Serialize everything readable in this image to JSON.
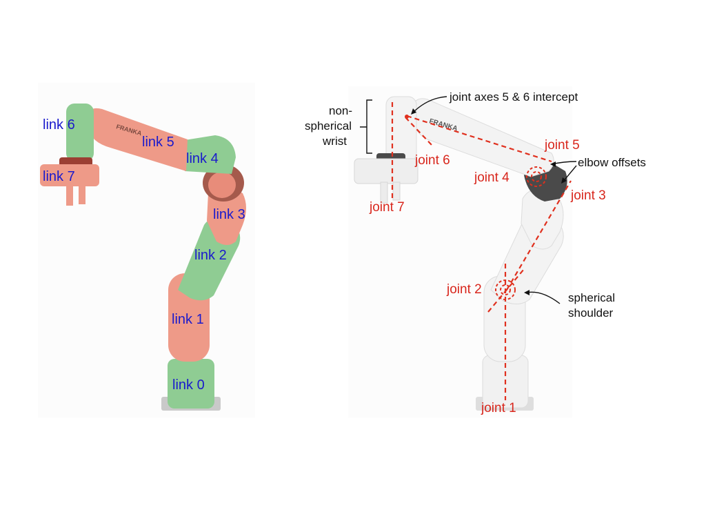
{
  "left_panel": {
    "link_labels": [
      "link 6",
      "link 5",
      "link 4",
      "link 7",
      "link 3",
      "link 2",
      "link 1",
      "link 0"
    ],
    "colors": {
      "link_salmon": "#ee9a88",
      "link_green": "#8fcc93",
      "label_blue": "#1a1acc"
    }
  },
  "right_panel": {
    "arm_logo": "FRANKA",
    "joint_labels": [
      "joint 5",
      "joint 6",
      "joint 4",
      "joint 3",
      "joint 7",
      "joint 2",
      "joint 1"
    ],
    "annotations": {
      "intercept": "joint axes 5 & 6 intercept",
      "wrist_line1": "non-",
      "wrist_line2": "spherical",
      "wrist_line3": "wrist",
      "elbow": "elbow offsets",
      "shoulder_line1": "spherical",
      "shoulder_line2": "shoulder"
    },
    "colors": {
      "joint_red": "#d8261c",
      "arm_white": "#f1f1f1",
      "arm_dark": "#4a4a4a"
    }
  }
}
